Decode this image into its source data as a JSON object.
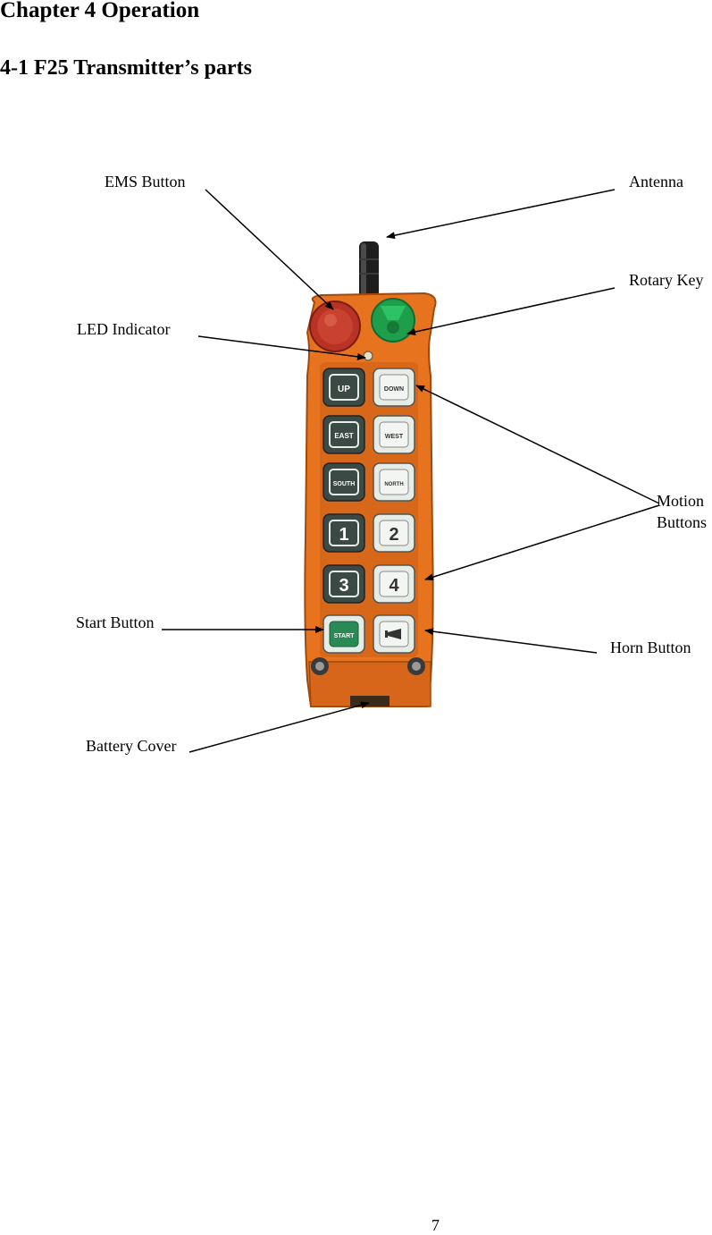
{
  "heading": {
    "chapter": "Chapter 4 Operation",
    "section": "4-1 F25 Transmitter’s parts"
  },
  "labels": {
    "ems": "EMS Button",
    "antenna": "Antenna",
    "rotary": "Rotary Key",
    "led": "LED Indicator",
    "motion_line1": "Motion",
    "motion_line2": "Buttons",
    "start": "Start Button",
    "horn": "Horn Button",
    "battery": "Battery Cover"
  },
  "keys": {
    "up": "UP",
    "down": "DOWN",
    "east": "EAST",
    "west": "WEST",
    "south": "SOUTH",
    "north": "NORTH",
    "k1": "1",
    "k2": "2",
    "k3": "3",
    "k4": "4",
    "start": "START"
  },
  "colors": {
    "body": "#e8731f",
    "ems": "#c0392b",
    "rotary": "#1e9e4a",
    "key_dark": "#3c4a45",
    "key_light": "#e6ece6",
    "start_key": "#2a8a55"
  },
  "page_number": "7"
}
